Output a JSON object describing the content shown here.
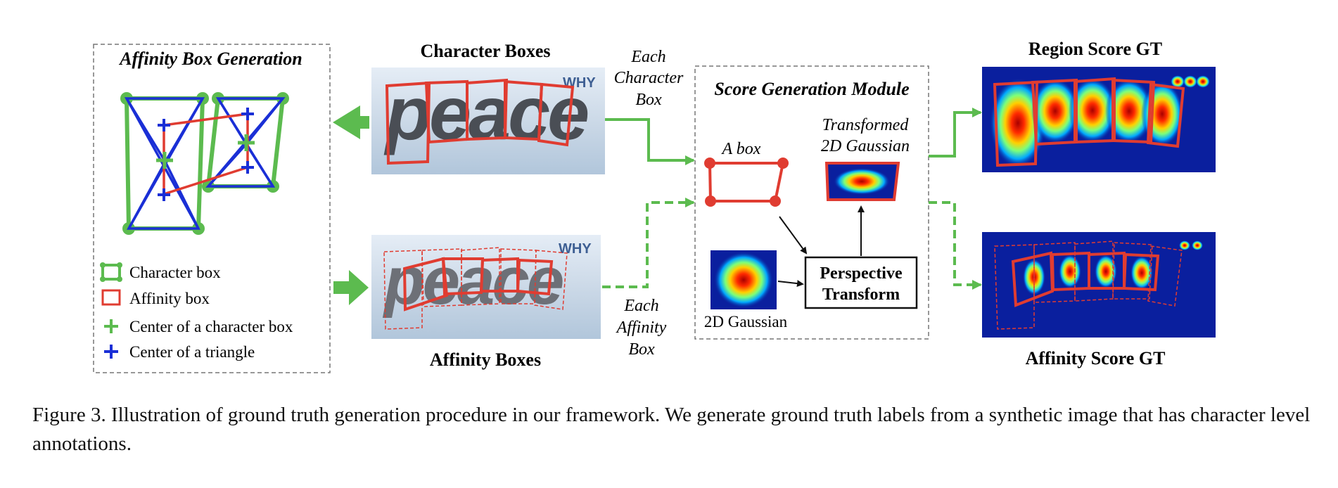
{
  "affinity_panel": {
    "title": "Affinity Box Generation",
    "legend": {
      "character_box": "Character box",
      "affinity_box": "Affinity box",
      "center_char": "Center of a character box",
      "center_triangle": "Center of a triangle"
    }
  },
  "images": {
    "character_boxes_title": "Character Boxes",
    "affinity_boxes_title": "Affinity Boxes",
    "word": "peace",
    "watermark": "WHY"
  },
  "flow_labels": {
    "each_character_box": [
      "Each",
      "Character",
      "Box"
    ],
    "each_affinity_box": [
      "Each",
      "Affinity",
      "Box"
    ]
  },
  "module": {
    "title": "Score Generation Module",
    "a_box": "A box",
    "transformed_gaussian": [
      "Transformed",
      "2D Gaussian"
    ],
    "gaussian_2d": "2D Gaussian",
    "perspective_transform": [
      "Perspective",
      "Transform"
    ]
  },
  "outputs": {
    "region_title": "Region Score GT",
    "affinity_title": "Affinity Score GT"
  },
  "caption": "Figure 3. Illustration of ground truth generation procedure in our framework. We generate ground truth labels from a synthetic image that has character level annotations.",
  "colors": {
    "green": "#5cbb4f",
    "red": "#e03c31",
    "blue": "#1a2fd6",
    "heat_bg": "#0a1f9e"
  }
}
